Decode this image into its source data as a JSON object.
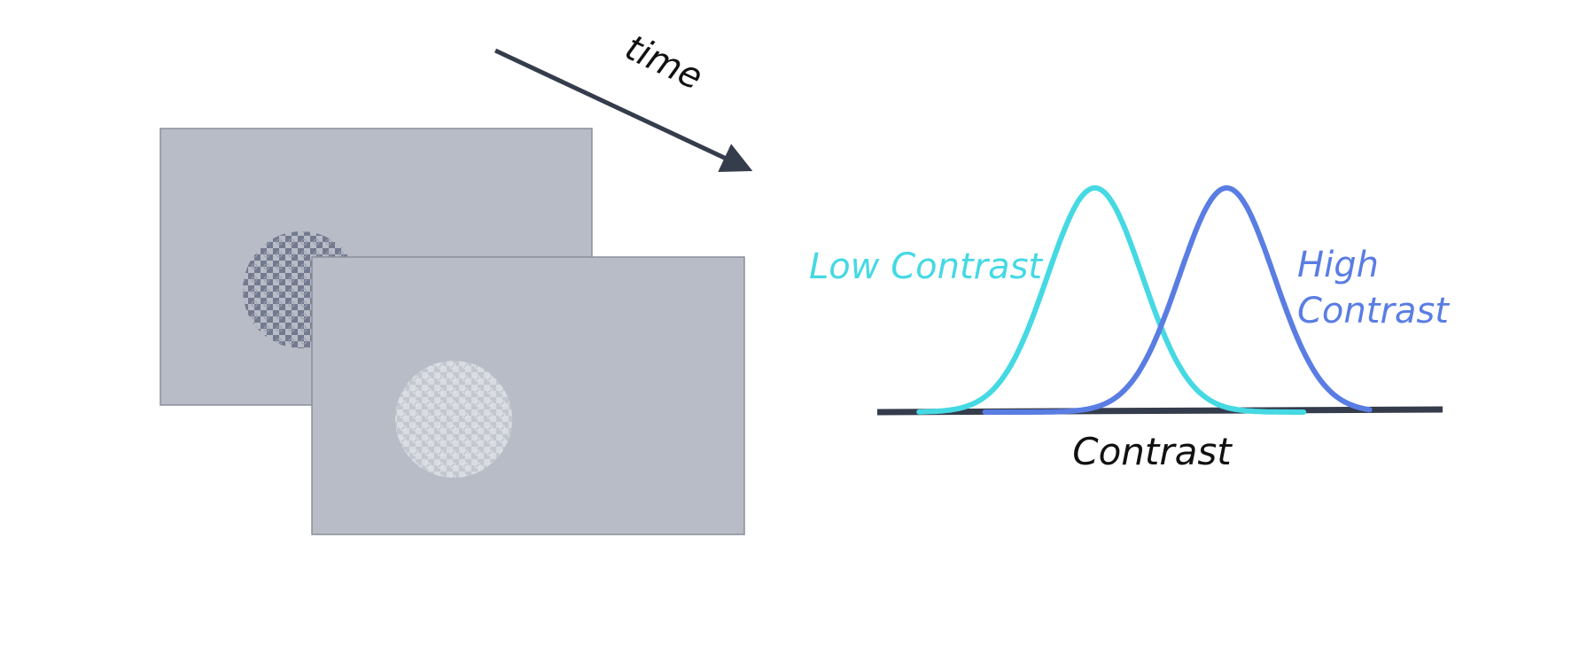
{
  "diagram": {
    "time_label": "time",
    "axis_label": "Contrast",
    "low_label": "Low Contrast",
    "high_label_line1": "High",
    "high_label_line2": "Contrast"
  },
  "colors": {
    "frame_fill": "#b8bcc6",
    "frame_stroke": "#8a8f9c",
    "axis": "#353c4c",
    "arrow": "#353c4c",
    "low": "#45d9e3",
    "high": "#5a7de3",
    "patch_dark": "#7a8196",
    "patch_light": "#d2d5dd",
    "text_dark": "#111111"
  },
  "curves": {
    "low_center": 0.38,
    "high_center": 0.62,
    "width": 0.12
  }
}
